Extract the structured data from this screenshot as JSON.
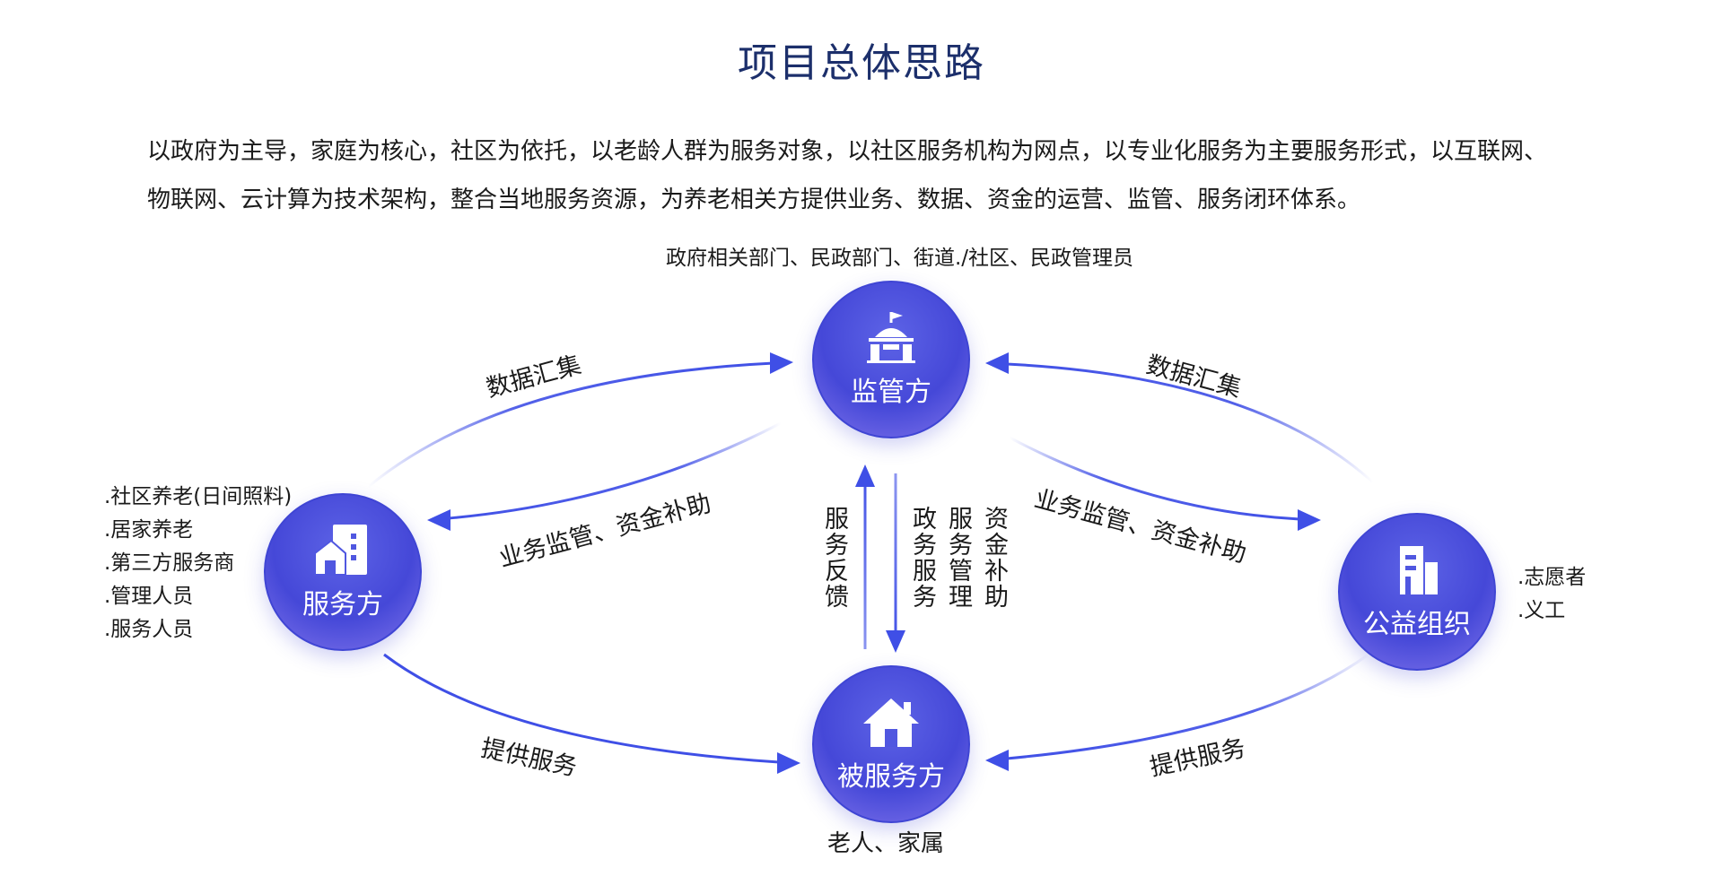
{
  "title": "项目总体思路",
  "intro": {
    "line1": "以政府为主导，家庭为核心，社区为依托，以老龄人群为服务对象，以社区服务机构为网点，以专业化服务为主要服务形式，以互联网、",
    "line2": "物联网、云计算为技术架构，整合当地服务资源，为养老相关方提供业务、数据、资金的运营、监管、服务闭环体系。"
  },
  "colors": {
    "title": "#1c2f6b",
    "node": "#4548d8",
    "arrow": "#3f4fe6"
  },
  "nodes": {
    "top": {
      "label": "监管方",
      "icon": "building-flag-icon",
      "caption": "政府相关部门、民政部门、街道./社区、民政管理员"
    },
    "left": {
      "label": "服务方",
      "icon": "office-building-icon",
      "items": [
        ".社区养老(日间照料)",
        ".居家养老",
        ".第三方服务商",
        ".管理人员",
        ".服务人员"
      ]
    },
    "right": {
      "label": "公益组织",
      "icon": "office-tower-icon",
      "items": [
        ".志愿者",
        ".义工"
      ]
    },
    "bottom": {
      "label": "被服务方",
      "icon": "house-icon",
      "caption": "老人、家属"
    }
  },
  "edges": {
    "left_up": "数据汇集",
    "left_down": "业务监管、资金补助",
    "right_up": "数据汇集",
    "right_down": "业务监管、资金补助",
    "bottom_left": "提供服务",
    "bottom_right": "提供服务",
    "feedback": "服务反馈",
    "manage_col1": "政务服务",
    "manage_col2": "服务管理",
    "manage_col3": "资金补助"
  }
}
